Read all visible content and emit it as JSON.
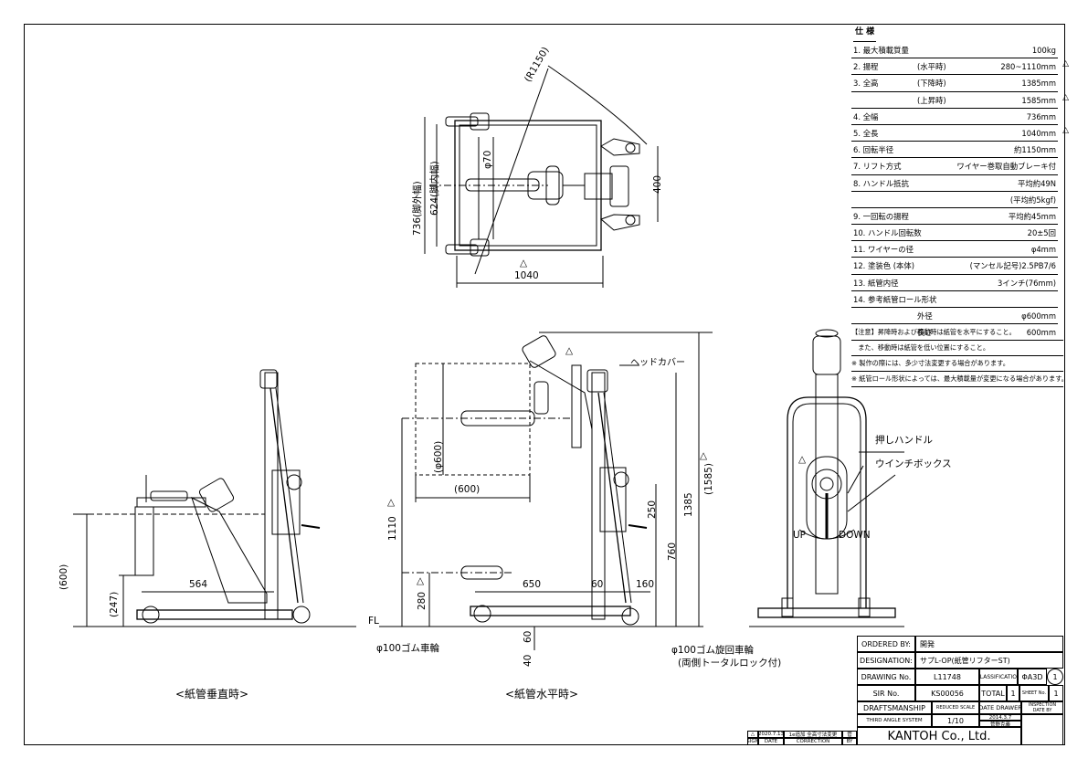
{
  "spec": {
    "title": "仕 様",
    "rows": [
      {
        "label": "1. 最大積載質量",
        "sub": "",
        "value": "100kg",
        "warn": ""
      },
      {
        "label": "2. 揚程",
        "sub": "(水平時)",
        "value": "280~1110mm",
        "warn": "△"
      },
      {
        "label": "3. 全高",
        "sub": "(下降時)",
        "value": "1385mm",
        "warn": ""
      },
      {
        "label": "",
        "sub": "(上昇時)",
        "value": "1585mm",
        "warn": "△"
      },
      {
        "label": "4. 全幅",
        "sub": "",
        "value": "736mm",
        "warn": ""
      },
      {
        "label": "5. 全長",
        "sub": "",
        "value": "1040mm",
        "warn": "△"
      },
      {
        "label": "6. 回転半径",
        "sub": "",
        "value": "約1150mm",
        "warn": ""
      },
      {
        "label": "7. リフト方式",
        "sub": "",
        "value": "ワイヤー巻取自動ブレーキ付",
        "warn": ""
      },
      {
        "label": "8. ハンドル抵抗",
        "sub": "",
        "value": "平均約49N",
        "warn": ""
      },
      {
        "label": "",
        "sub": "",
        "value": "(平均約5kgf)",
        "warn": ""
      },
      {
        "label": "9. 一回転の揚程",
        "sub": "",
        "value": "平均約45mm",
        "warn": ""
      },
      {
        "label": "10. ハンドル回転数",
        "sub": "",
        "value": "20±5回",
        "warn": ""
      },
      {
        "label": "11. ワイヤーの径",
        "sub": "",
        "value": "φ4mm",
        "warn": ""
      },
      {
        "label": "12. 塗装色 (本体)",
        "sub": "",
        "value": "(マンセル記号)2.5PB7/6",
        "warn": ""
      },
      {
        "label": "13. 紙管内径",
        "sub": "",
        "value": "3インチ(76mm)",
        "warn": ""
      },
      {
        "label": "14. 参考紙管ロール形状",
        "sub": "",
        "value": "",
        "warn": ""
      },
      {
        "label": "",
        "sub": "外径",
        "value": "φ600mm",
        "warn": ""
      },
      {
        "label": "",
        "sub": "長さ",
        "value": "600mm",
        "warn": ""
      }
    ]
  },
  "notes": [
    "【注意】昇降時および移動時は紙管を水平にすること。",
    "　また、移動時は紙管を低い位置にすること。",
    "※ 製作の際には、多少寸法変更する場合があります。",
    "※ 紙管ロール形状によっては、最大積載量が変更になる場合があります。"
  ],
  "captions": {
    "vertical": "<紙管垂直時>",
    "horizontal": "<紙管水平時>",
    "head_cover": "ヘッドカバー",
    "push_handle": "押しハンドル",
    "winch_box": "ウインチボックス",
    "up": "UP",
    "down": "DOWN",
    "fl": "FL",
    "wheel": "φ100ゴム車輪",
    "caster": "φ100ゴム旋回車輪",
    "caster_note": "(両側トータルロック付)"
  },
  "dims": {
    "r1150": "(R1150)",
    "d736": "736(脚外幅)",
    "d624": "624(脚内幅)",
    "d70": "φ70",
    "d400": "400",
    "d1040": "1040",
    "d600v": "(600)",
    "d247": "(247)",
    "d564": "564",
    "d1110": "1110",
    "d600dia": "(φ600)",
    "d600len": "(600)",
    "d280": "280",
    "d650": "650",
    "d60a": "60",
    "d160": "160",
    "d250": "250",
    "d760": "760",
    "d1385": "1385",
    "d1585": "(1585)",
    "d60b": "60",
    "d40": "40",
    "warn": "△"
  },
  "title_block": {
    "ordered_by_label": "ORDERED BY:",
    "ordered_by": "開発",
    "designation_label": "DESIGNATION:",
    "designation": "サプL-OP(紙管リフターST)",
    "drawing_no_label": "DRAWING No.",
    "drawing_no": "L11748",
    "classification_label": "CLASSIFICATION",
    "classification": "ΦA3D",
    "rev": "1",
    "sir_label": "SIR No.",
    "sir": "KS00056",
    "total_label": "TOTAL",
    "total": "1",
    "sheet_label": "SHEET No.",
    "sheet": "1",
    "draftsmanship_label": "DRAFTSMANSHIP",
    "reduced_scale_label": "REDUCED SCALE",
    "date_drawer_label": "DATE DRAWER",
    "inspection_label": "INSPECTION DATE BY",
    "third_angle": "THIRD ANGLE SYSTEM",
    "scale": "1/10",
    "date": "2014.3.7",
    "drawer": "菅野克義",
    "company": "KANTOH Co., Ltd."
  },
  "revision": {
    "mark": "△",
    "date": "2020.7.13",
    "correction": "1e追加 全高寸法変更",
    "by": "菅",
    "sign_label": "SIGN",
    "date_label": "DATE",
    "correction_label": "CORRECTION",
    "by_label": "BY"
  }
}
